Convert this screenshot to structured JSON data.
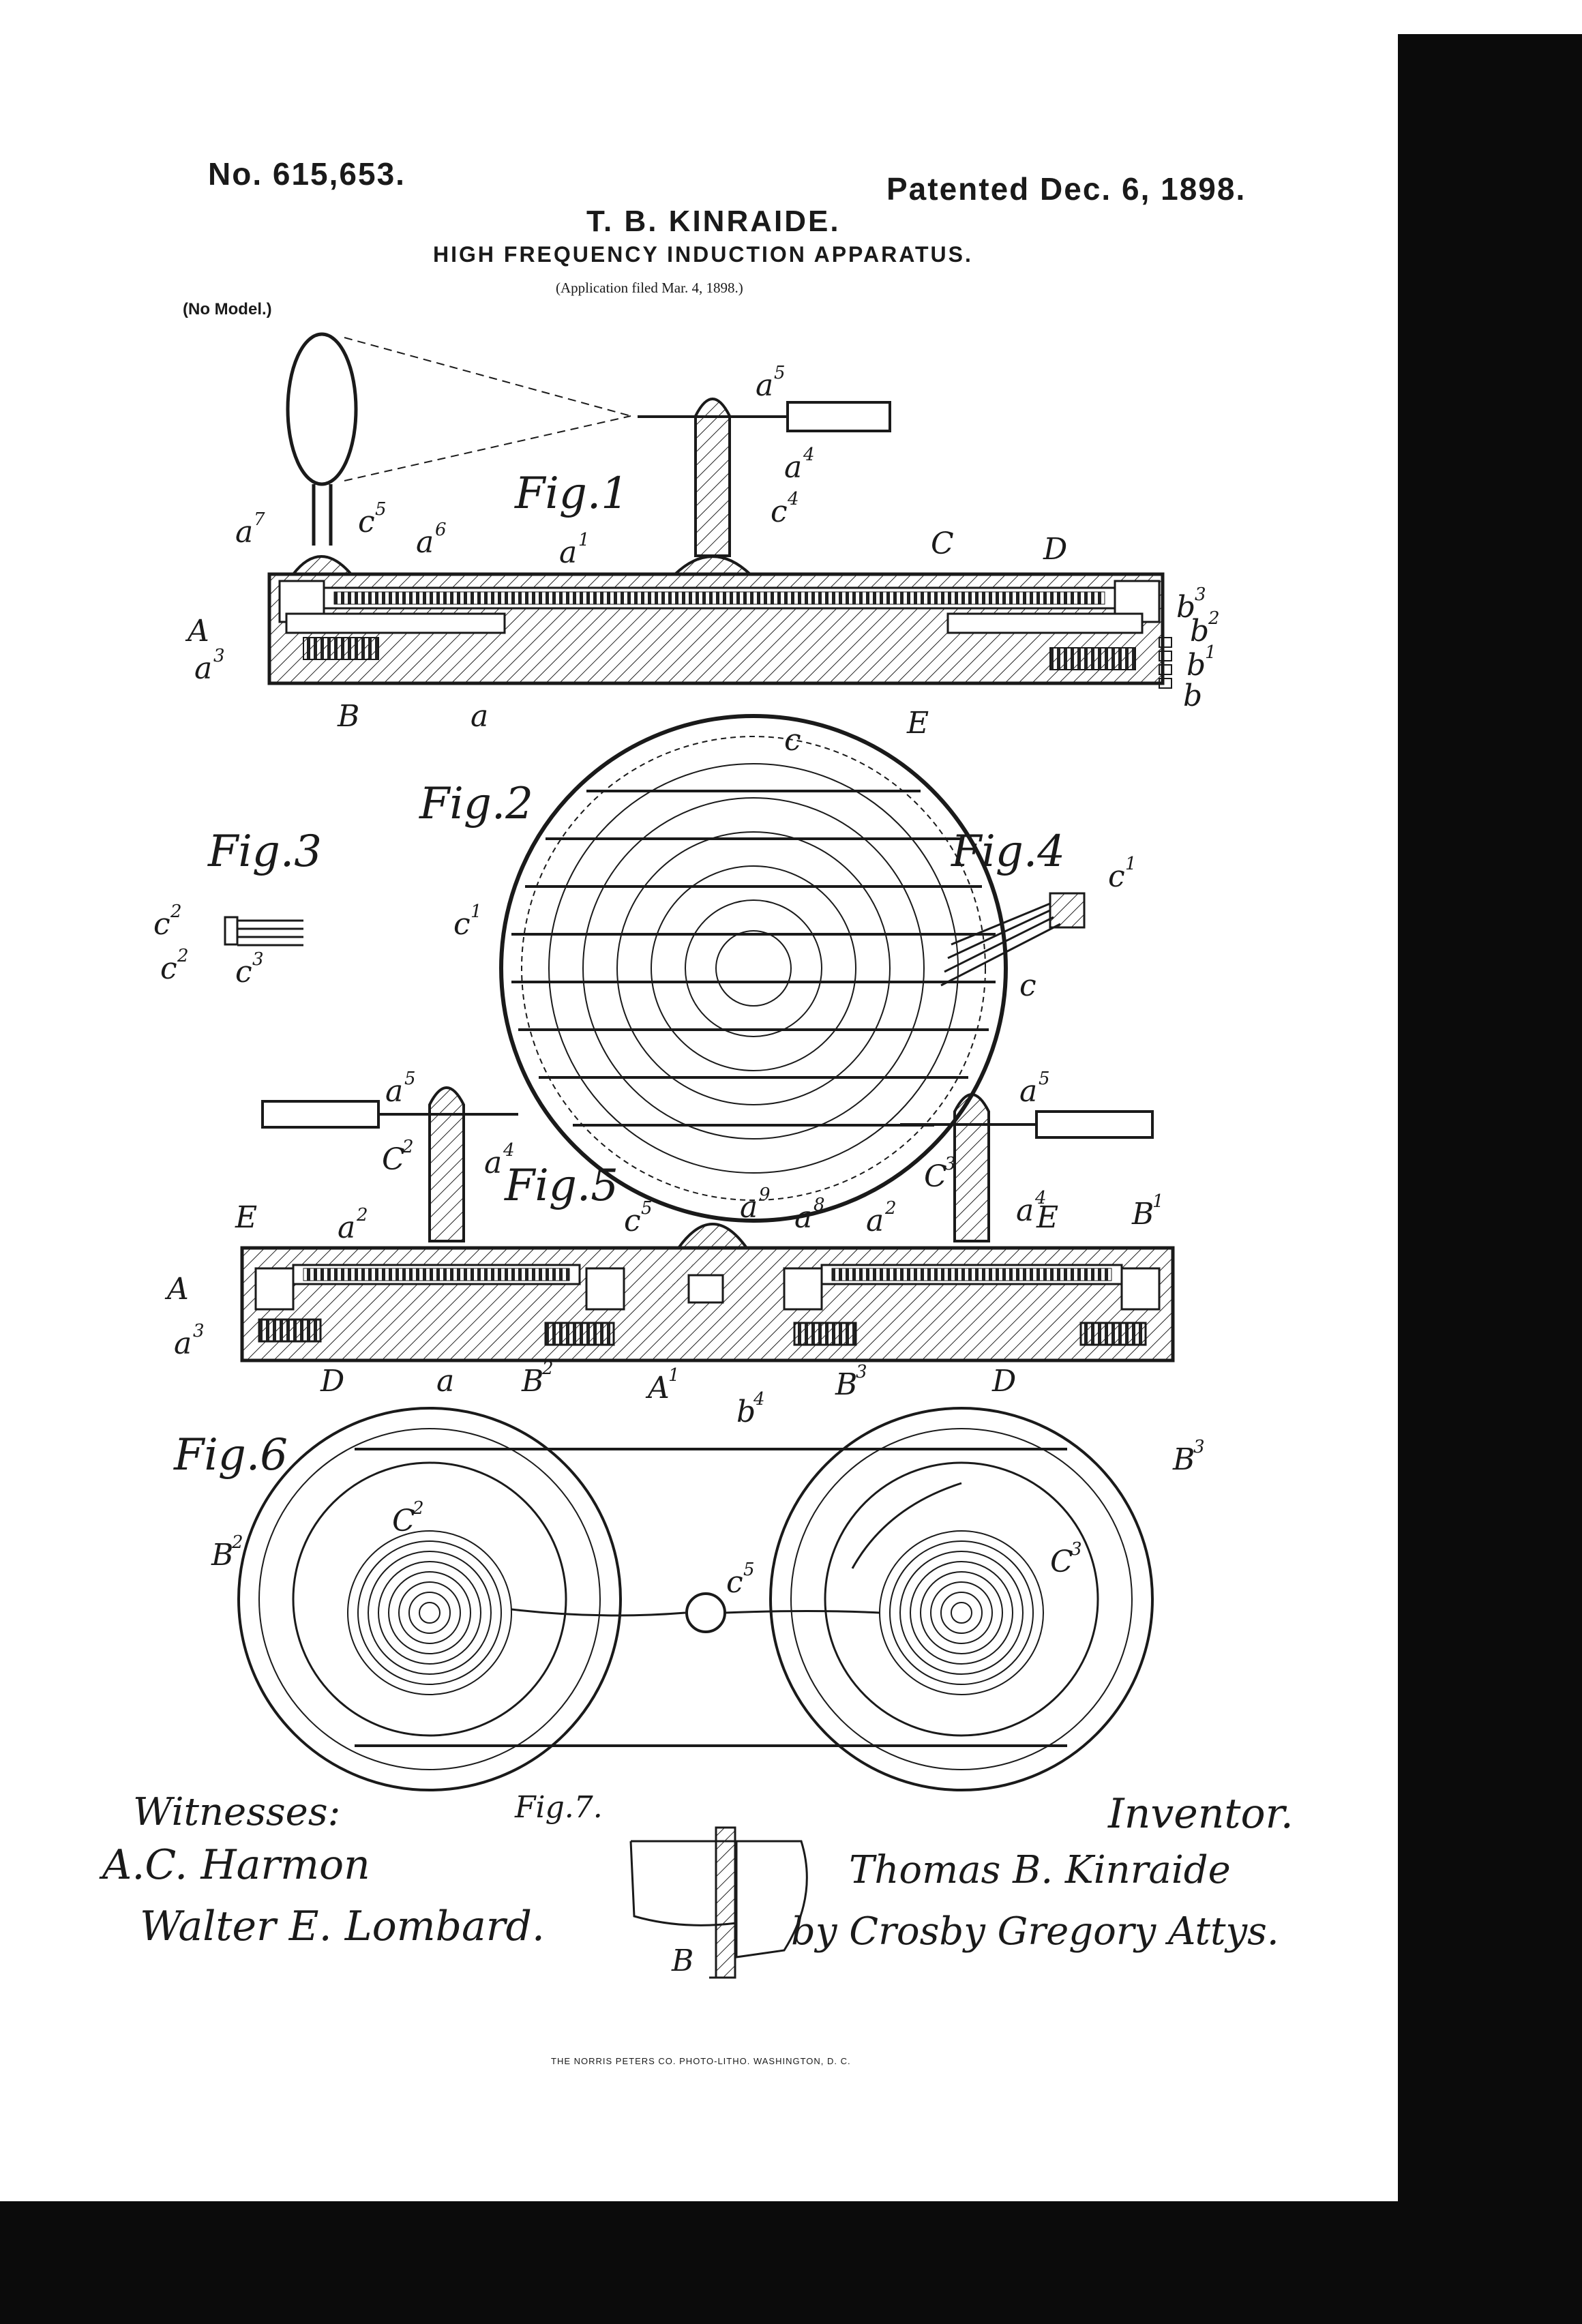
{
  "header": {
    "patent_number": "No. 615,653.",
    "patent_date": "Patented Dec. 6, 1898.",
    "inventor": "T. B. KINRAIDE.",
    "title": "HIGH FREQUENCY INDUCTION APPARATUS.",
    "application": "(Application filed Mar. 4, 1898.)",
    "model": "(No Model.)"
  },
  "figures": {
    "fig1": "Fig.1",
    "fig2": "Fig.2",
    "fig3": "Fig.3",
    "fig4": "Fig.4",
    "fig5": "Fig.5",
    "fig6": "Fig.6",
    "fig7": "Fig.7."
  },
  "signatures": {
    "witnesses_label": "Witnesses:",
    "witness_1": "A.C. Harmon",
    "witness_2": "Walter E. Lombard.",
    "inventor_label": "Inventor.",
    "inventor_name": "Thomas B. Kinraide",
    "attorneys": "by Crosby Gregory Attys."
  },
  "printer": "THE NORRIS PETERS CO. PHOTO-LITHO. WASHINGTON, D. C."
}
